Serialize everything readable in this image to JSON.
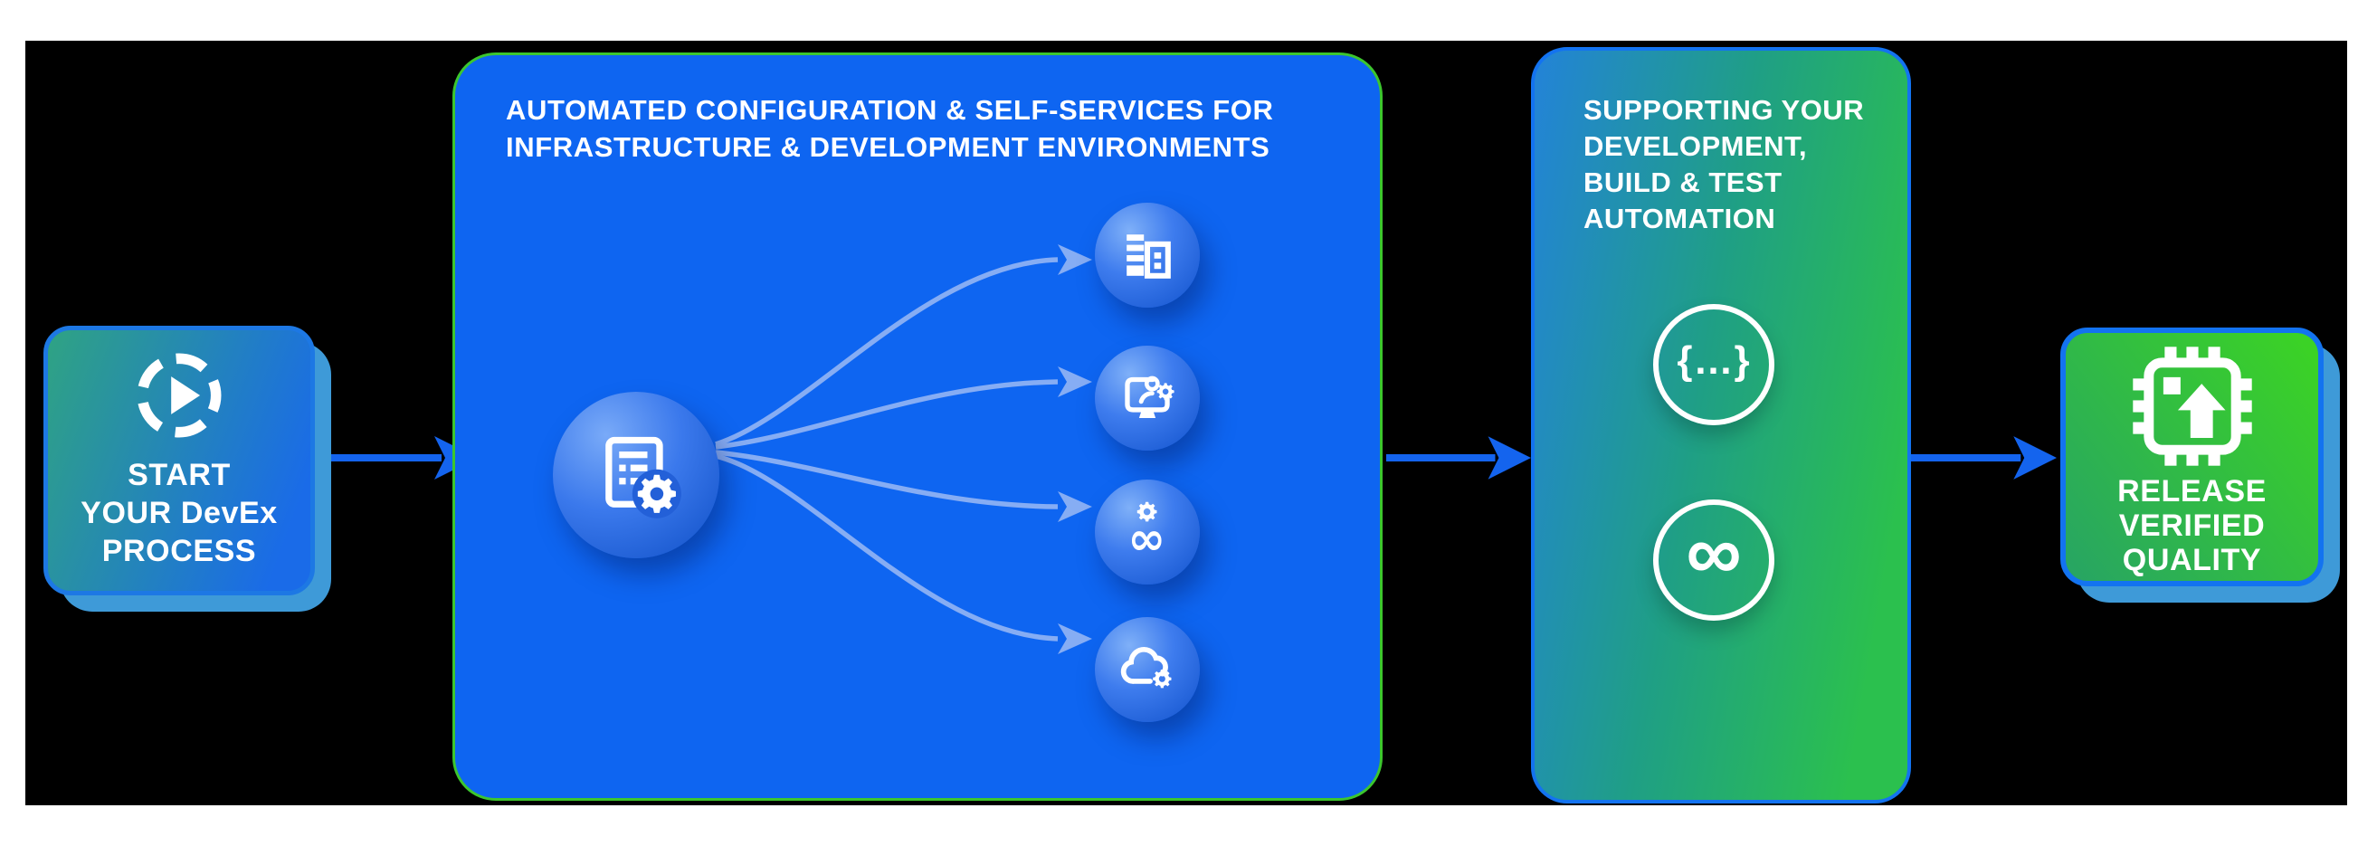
{
  "colors": {
    "page_margin": "#ffffff",
    "canvas_background": "#000000",
    "flow_arrow_blue": "#1464EE",
    "automation_fill": "#0E65F1",
    "automation_border_green": "#3CC62E",
    "connector_light_blue": "#86ADF4",
    "card_shadow_light_blue": "#3E9AD8",
    "card_border_blue": "#1373F0",
    "start_gradient": [
      "#2FA383",
      "#1A6BE8"
    ],
    "support_gradient": [
      "#2383D8",
      "#2BC04E"
    ],
    "release_gradient": [
      "#27A464",
      "#3BD226"
    ],
    "text": "#ffffff"
  },
  "start_box": {
    "icon": "play-progress-icon",
    "lines": [
      "START",
      "YOUR DevEx",
      "PROCESS"
    ]
  },
  "automation_box": {
    "title_line1": "AUTOMATED CONFIGURATION & SELF-SERVICES FOR",
    "title_line2": "INFRASTRUCTURE & DEVELOPMENT ENVIRONMENTS",
    "hub_icon": "form-settings-icon",
    "target_icons": [
      "company-buildings-icon",
      "workstation-user-settings-icon",
      "devops-loop-settings-icon",
      "cloud-settings-icon"
    ]
  },
  "support_box": {
    "lines": [
      "SUPPORTING YOUR",
      "DEVELOPMENT,",
      "BUILD & TEST",
      "AUTOMATION"
    ],
    "icons": [
      {
        "name": "code-braces-icon",
        "glyph": "{…}"
      },
      {
        "name": "infinity-loop-icon",
        "glyph": "∞"
      }
    ]
  },
  "release_box": {
    "icon": "chip-upload-icon",
    "lines": [
      "RELEASE",
      "VERIFIED",
      "QUALITY"
    ]
  }
}
